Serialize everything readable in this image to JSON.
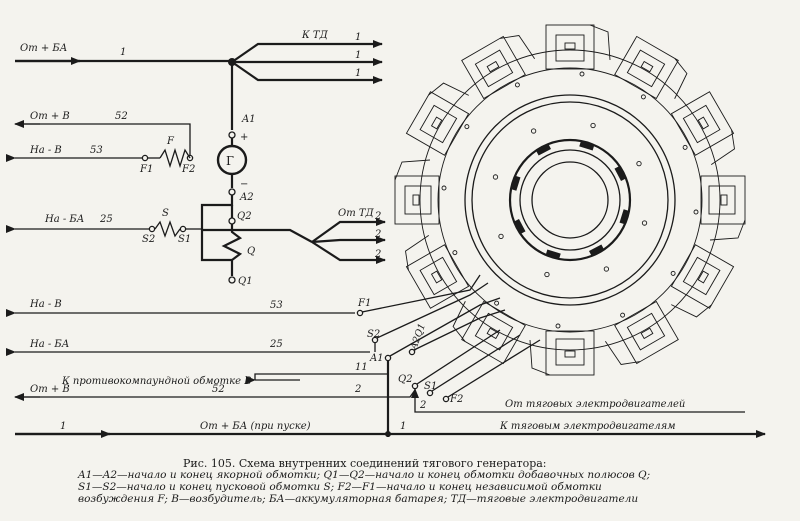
{
  "diagram": {
    "labels": {
      "in_plus_ba": "От + БА",
      "k_td": "К ТД",
      "w1": "1",
      "w1b": "1",
      "w1c": "1",
      "w1d": "1",
      "a1": "A1",
      "plus": "+",
      "minus": "−",
      "gen": "Г",
      "a2": "A2",
      "in_plus_v": "От + В",
      "w52": "52",
      "f": "F",
      "na_v": "На - В",
      "w53": "53",
      "f1": "F1",
      "f2": "F2",
      "na_ba": "На - БА",
      "w25": "25",
      "s": "S",
      "s2": "S2",
      "s1": "S1",
      "q2": "Q2",
      "q": "Q",
      "q1": "Q1",
      "ot_td": "От ТД",
      "w2a": "2",
      "w2b": "2",
      "w2c": "2",
      "na_v2": "На - В",
      "w53b": "53",
      "f1b": "F1",
      "s2b": "S2",
      "na_ba2": "На - БА",
      "w25b": "25",
      "a1b": "A1",
      "a2q1": "A2Q1",
      "k_protivo": "К противокомпаундной обмотке В",
      "w11": "11",
      "q2b": "Q2",
      "s1b": "S1",
      "in_plus_v2": "От + В",
      "w52b": "52",
      "w2d": "2",
      "f2b": "F2",
      "w2e": "2",
      "ot_tyag": "От тяговых электродвигателей",
      "w1e": "1",
      "in_plus_ba_pusk": "От + БА (при пуске)",
      "w1f": "1",
      "k_tyag": "К тяговым электродвигателям"
    }
  },
  "caption": {
    "title": "Рис. 105. Схема внутренних соединений тягового генератора:",
    "line1": "A1—A2—начало и конец якорной обмотки; Q1—Q2—начало и конец обмотки добавочных полюсов Q;",
    "line2": "S1—S2—начало  и  конец  пусковой  обмотки  S;  F2—F1—начало  и  конец  независимой  обмотки",
    "line3": "возбуждения F; В—возбудитель; БА—аккумуляторная батарея; ТД—тяговые электродвигатели"
  }
}
